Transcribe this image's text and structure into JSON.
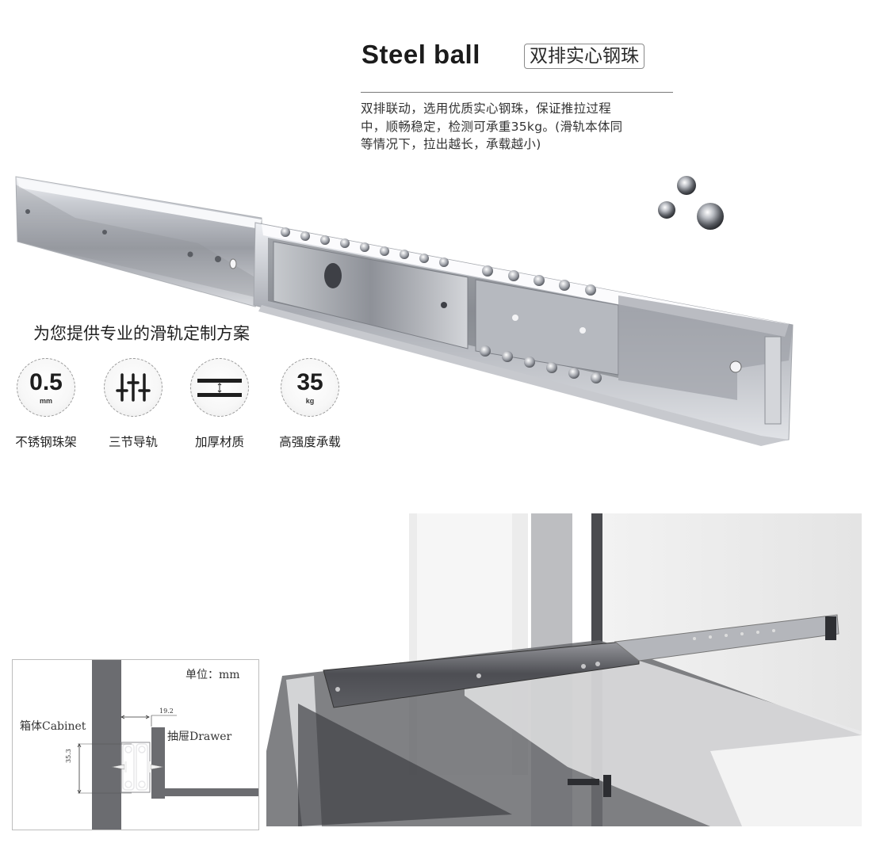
{
  "heading": {
    "title_en": "Steel ball",
    "title_cn": "双排实心钢珠"
  },
  "description": {
    "lines": [
      "双排联动，选用优质实心钢珠，保证推拉过程",
      "中，顺畅稳定，检测可承重35kg。(滑轨本体同",
      "等情况下，拉出越长，承载越小)"
    ]
  },
  "product_image": {
    "subject": "three-section ball bearing drawer slide",
    "decoration": "steel-balls"
  },
  "features": {
    "title": "为您提供专业的滑轨定制方案",
    "items": [
      {
        "icon": "thickness-0.5mm-icon",
        "value": "0.5",
        "unit": "mm",
        "label": "不锈钢珠架"
      },
      {
        "icon": "three-section-rail-icon",
        "value": "",
        "unit": "",
        "label": "三节导轨"
      },
      {
        "icon": "thickened-material-icon",
        "value": "",
        "unit": "",
        "label": "加厚材质"
      },
      {
        "icon": "load-35kg-icon",
        "value": "35",
        "unit": "kg",
        "label": "高强度承载"
      }
    ]
  },
  "diagram": {
    "unit_label": "单位：mm",
    "cabinet_label": "箱体Cabinet",
    "drawer_label": "抽屉Drawer",
    "width_dimension": "19.2",
    "height_dimension": "35.3"
  },
  "install_photo": {
    "subject": "drawer slide installed between cabinet and drawer"
  },
  "colors": {
    "text_dark": "#1b1b1b",
    "rule": "#7a7a7a",
    "diagram_panel": "#6b6c70",
    "steel_light": "#e6e8ec",
    "steel_dark": "#8c8f96"
  }
}
